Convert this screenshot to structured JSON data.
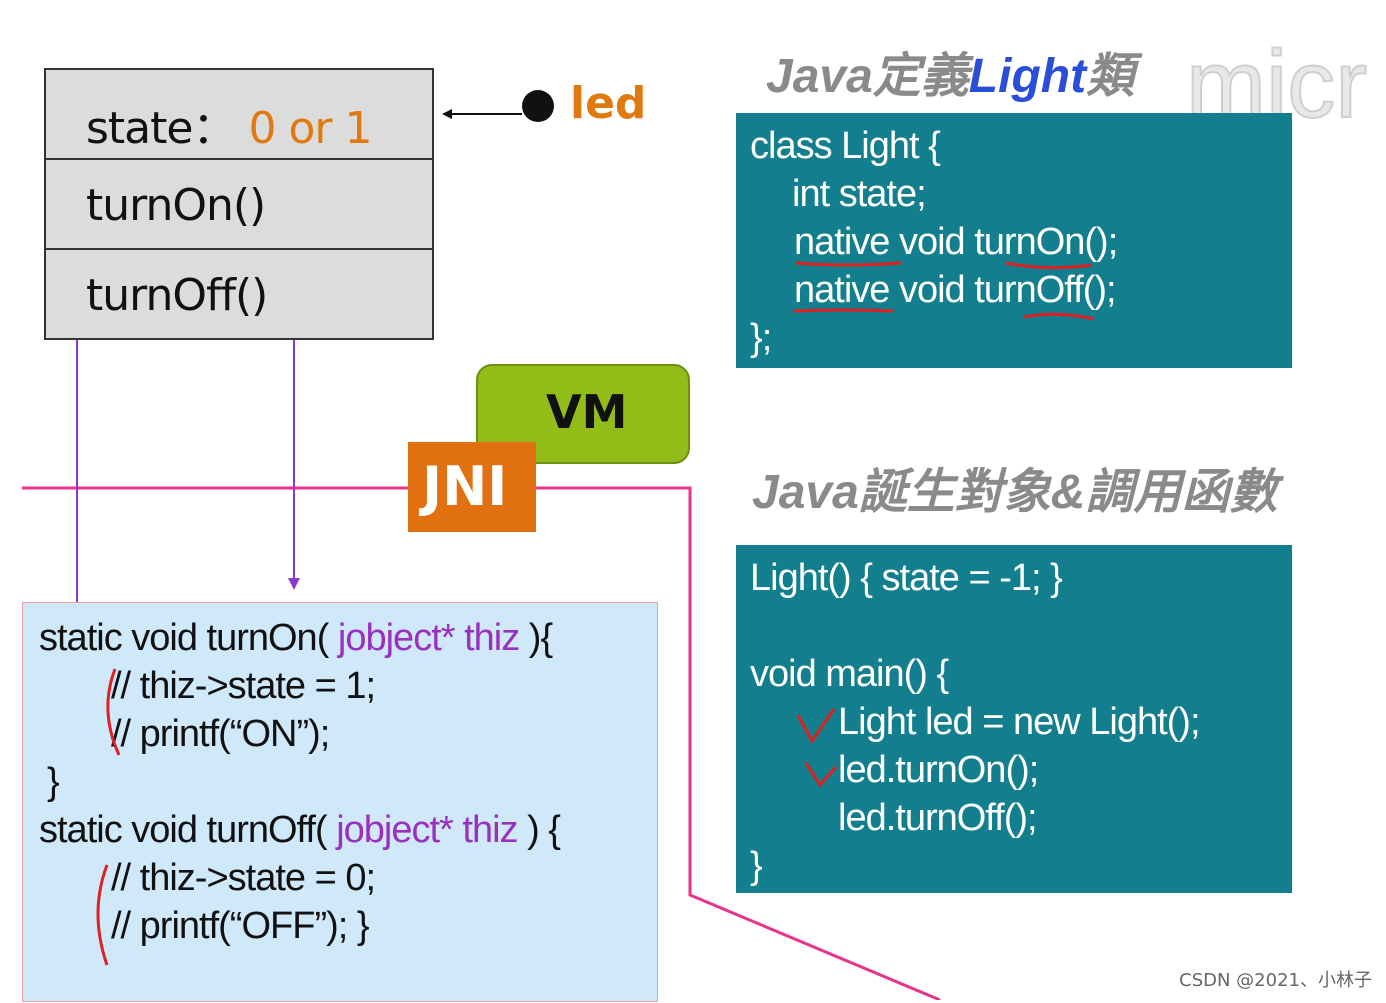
{
  "uml": {
    "state_label": "state：",
    "state_value": "0 or 1",
    "method1": "turnOn()",
    "method2": "turnOff()"
  },
  "led_label": "led",
  "vm_label": "VM",
  "jni_label": "JNI",
  "title1_prefix": "Java定義",
  "title1_highlight": "Light",
  "title1_suffix": "類",
  "watermark": "micr",
  "class_code": [
    "class Light {",
    "int state;",
    "native void turnOn();",
    "native void turnOff();",
    "};"
  ],
  "title2": "Java誕生對象&調用函數",
  "main_code": [
    "Light() {    state = -1;  }",
    "void main() {",
    "Light led = new Light();",
    "led.turnOn();",
    "led.turnOff();",
    "}"
  ],
  "c_code": {
    "line1_a": "static void turnOn(",
    "line1_b": "jobject* thiz",
    "line1_c": "){",
    "line2": "// thiz->state = 1;",
    "line3": "// printf(“ON”);",
    "line4": "}",
    "line5_a": "static void turnOff(",
    "line5_b": "jobject* thiz",
    "line5_c": ") {",
    "line6": "// thiz->state = 0;",
    "line7": "// printf(“OFF”); }"
  },
  "footer": "CSDN @2021、小林子",
  "colors": {
    "teal": "#127e8e",
    "orange": "#e07a10",
    "vm_green": "#92bc18",
    "jni_orange": "#e07010",
    "magenta_line": "#e8338a",
    "arrow_purple": "#8a3cc8",
    "annotation_red": "#e02020"
  }
}
